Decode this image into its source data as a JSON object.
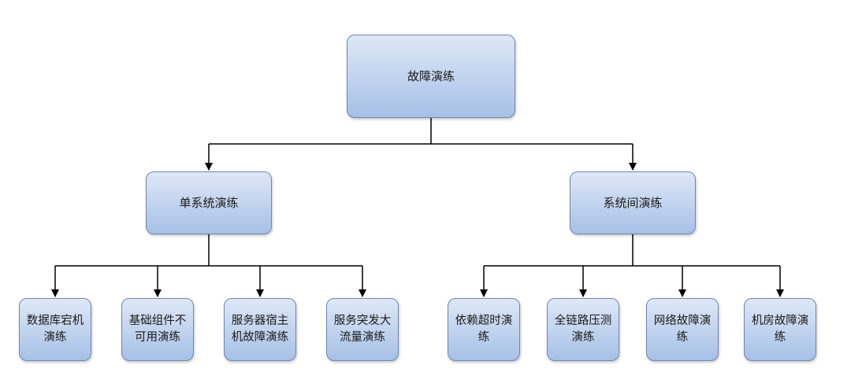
{
  "root": {
    "label": "故障演练"
  },
  "branches": [
    {
      "label": "单系统演练",
      "children": [
        {
          "line1": "数据库宕机",
          "line2": "演练"
        },
        {
          "line1": "基础组件不",
          "line2": "可用演练"
        },
        {
          "line1": "服务器宿主",
          "line2": "机故障演练"
        },
        {
          "line1": "服务突发大",
          "line2": "流量演练"
        }
      ]
    },
    {
      "label": "系统间演练",
      "children": [
        {
          "line1": "依赖超时演",
          "line2": "练"
        },
        {
          "line1": "全链路压测",
          "line2": "演练"
        },
        {
          "line1": "网络故障演",
          "line2": "练"
        },
        {
          "line1": "机房故障演",
          "line2": "练"
        }
      ]
    }
  ],
  "colors": {
    "node_border": "#6f86b3",
    "node_fill_top": "#dfe8f7",
    "node_fill_bottom": "#a6c0e6",
    "connector": "#000000"
  }
}
